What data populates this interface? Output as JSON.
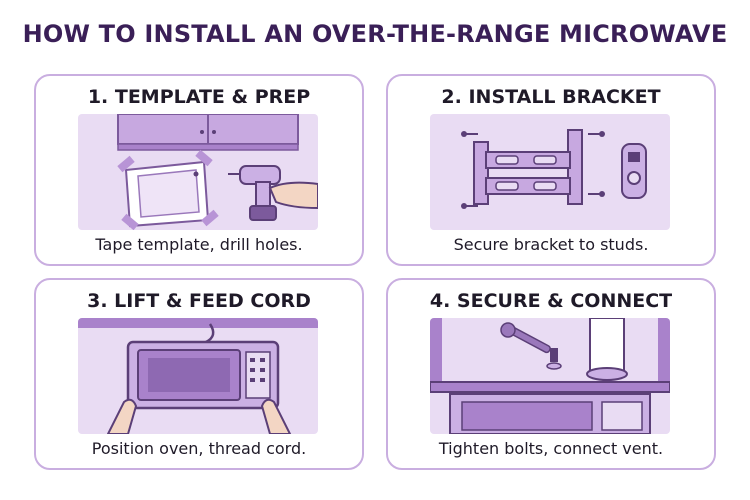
{
  "title": "HOW TO INSTALL AN OVER-THE-RANGE MICROWAVE",
  "colors": {
    "title": "#3a1f57",
    "card_border": "#c9aee0",
    "illustration_bg": "#e9dcf3",
    "illustration_dark": "#7c5a9c",
    "illustration_mid": "#b894d6"
  },
  "steps": [
    {
      "heading": "1. TEMPLATE & PREP",
      "caption": "Tape template, drill holes.",
      "icons": [
        "cabinet",
        "paper-template",
        "tape",
        "drill",
        "hand"
      ]
    },
    {
      "heading": "2. INSTALL BRACKET",
      "caption": "Secure bracket to studs.",
      "icons": [
        "wall-bracket",
        "screw",
        "stud-finder"
      ]
    },
    {
      "heading": "3. LIFT & FEED CORD",
      "caption": "Position oven, thread cord.",
      "icons": [
        "microwave",
        "power-cord",
        "hands"
      ]
    },
    {
      "heading": "4. SECURE & CONNECT",
      "caption": "Tighten bolts, connect vent.",
      "icons": [
        "wrench",
        "bolt",
        "vent-duct",
        "microwave"
      ]
    }
  ]
}
